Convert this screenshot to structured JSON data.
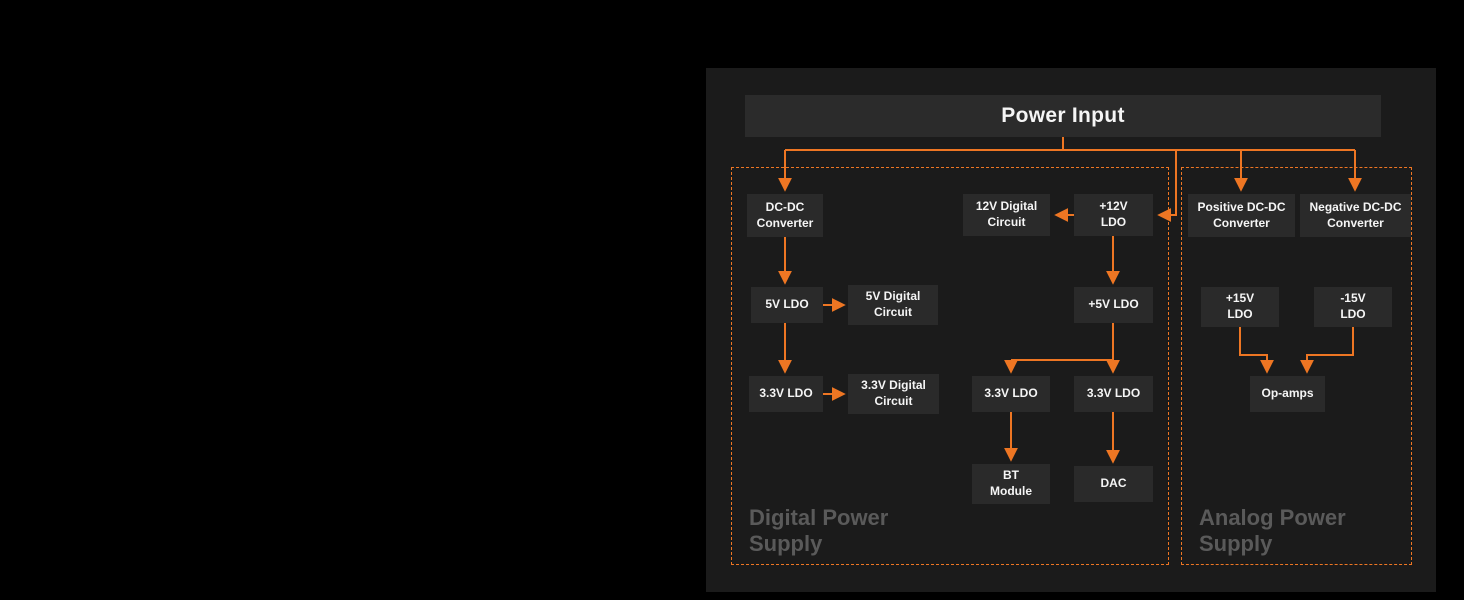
{
  "title": "Power Input",
  "groups": {
    "digital": "Digital Power\nSupply",
    "analog": "Analog Power\nSupply"
  },
  "nodes": {
    "dcdc": "DC-DC\nConverter",
    "ldo5": "5V LDO",
    "dig5": "5V Digital\nCircuit",
    "ldo33a": "3.3V LDO",
    "dig33": "3.3V Digital\nCircuit",
    "dig12": "12V Digital\nCircuit",
    "ldo12": "+12V\nLDO",
    "ldo5p": "+5V LDO",
    "ldo33b": "3.3V LDO",
    "ldo33c": "3.3V LDO",
    "bt": "BT\nModule",
    "dac": "DAC",
    "posdc": "Positive DC-DC\nConverter",
    "negdc": "Negative DC-DC\nConverter",
    "ldo15p": "+15V\nLDO",
    "ldo15n": "-15V\nLDO",
    "opamps": "Op-amps"
  },
  "colors": {
    "background": "#000000",
    "panel": "#1b1b1b",
    "block": "#2a2a2a",
    "title_bar": "#2b2b2b",
    "accent_orange": "#ee7623",
    "group_label": "#5a5a5a",
    "text": "#f5f5f5"
  }
}
